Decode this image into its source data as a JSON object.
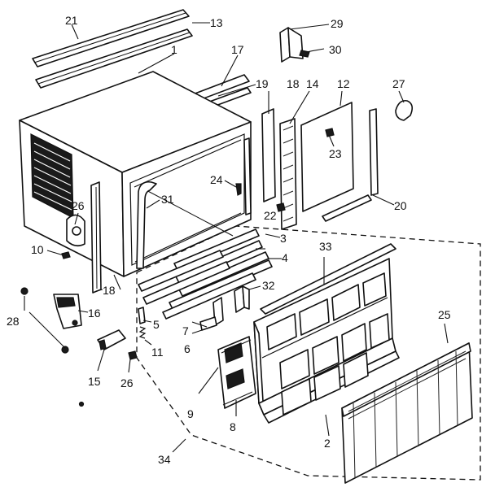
{
  "callouts": {
    "c1": "1",
    "c2": "2",
    "c3": "3",
    "c4": "4",
    "c5": "5",
    "c6": "6",
    "c7": "7",
    "c8": "8",
    "c9": "9",
    "c10": "10",
    "c11": "11",
    "c12": "12",
    "c13": "13",
    "c14": "14",
    "c15": "15",
    "c16": "16",
    "c17": "17",
    "c18a": "18",
    "c18b": "18",
    "c20": "20",
    "c21": "21",
    "c22": "22",
    "c23": "23",
    "c24": "24",
    "c25": "25",
    "c26a": "26",
    "c26b": "26",
    "c27": "27",
    "c28": "28",
    "c29": "29",
    "c30": "30",
    "c31": "31",
    "c32": "32",
    "c33": "33",
    "c34": "34",
    "c19": "19"
  },
  "colors": {
    "ink": "#111111",
    "paper": "#ffffff"
  }
}
